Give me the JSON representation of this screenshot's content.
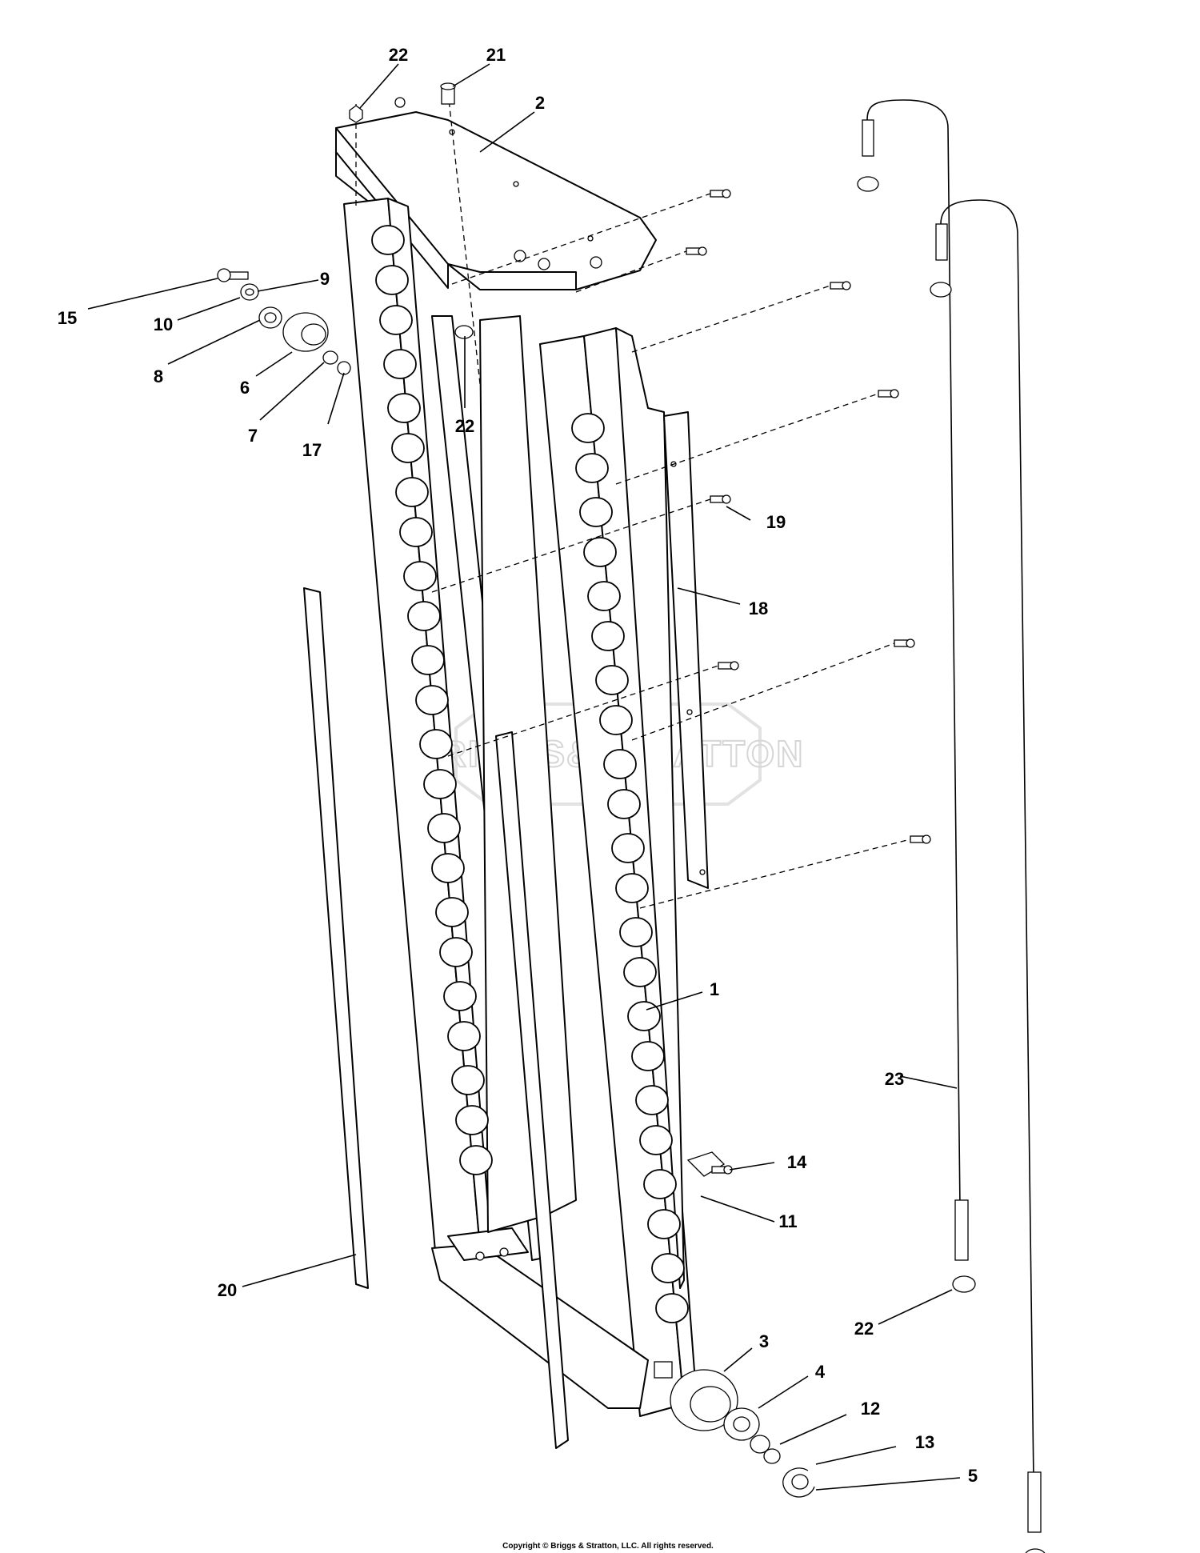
{
  "diagram": {
    "callouts": [
      "22",
      "21",
      "2",
      "9",
      "15",
      "10",
      "8",
      "6",
      "7",
      "17",
      "22",
      "19",
      "18",
      "1",
      "23",
      "14",
      "11",
      "20",
      "22",
      "3",
      "4",
      "12",
      "13",
      "5"
    ],
    "watermark": "BRIGGS&STRATTON",
    "copyright": "Copyright © Briggs & Stratton, LLC. All rights reserved."
  }
}
